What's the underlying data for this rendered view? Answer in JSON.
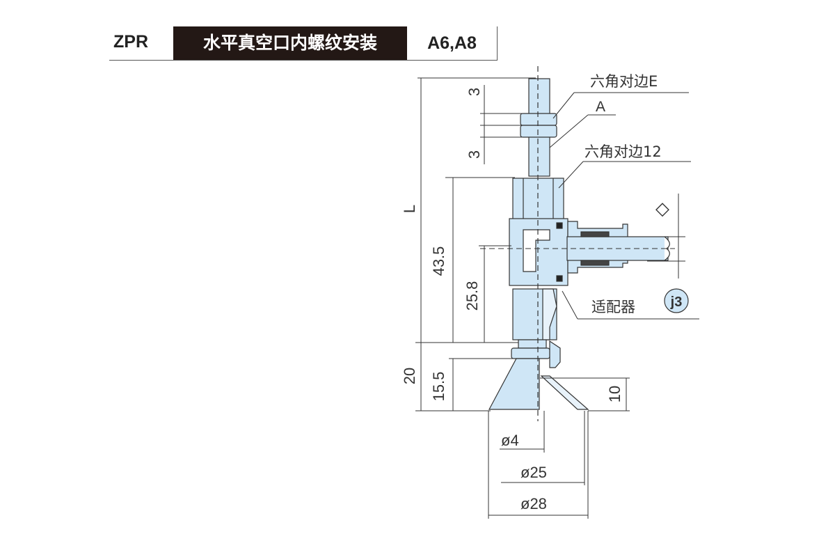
{
  "header": {
    "series": "ZPR",
    "title": "水平真空口内螺纹安装",
    "model": "A6,A8"
  },
  "callouts": {
    "hex_e": "六角对边E",
    "a": "A",
    "hex_12": "六角对边12",
    "adapter": "适配器",
    "adapter_code": "j3"
  },
  "dimensions": {
    "L": "L",
    "d43_5": "43.5",
    "d25_8": "25.8",
    "d3_top": "3",
    "d3_bottom": "3",
    "d20": "20",
    "d15_5": "15.5",
    "d10": "10",
    "dia4": "ø4",
    "dia25": "ø25",
    "dia28": "ø28",
    "tube_symbol": "◇"
  },
  "colors": {
    "part_fill": "#cfe6f6",
    "stroke": "#333333",
    "title_bg": "#231815"
  }
}
